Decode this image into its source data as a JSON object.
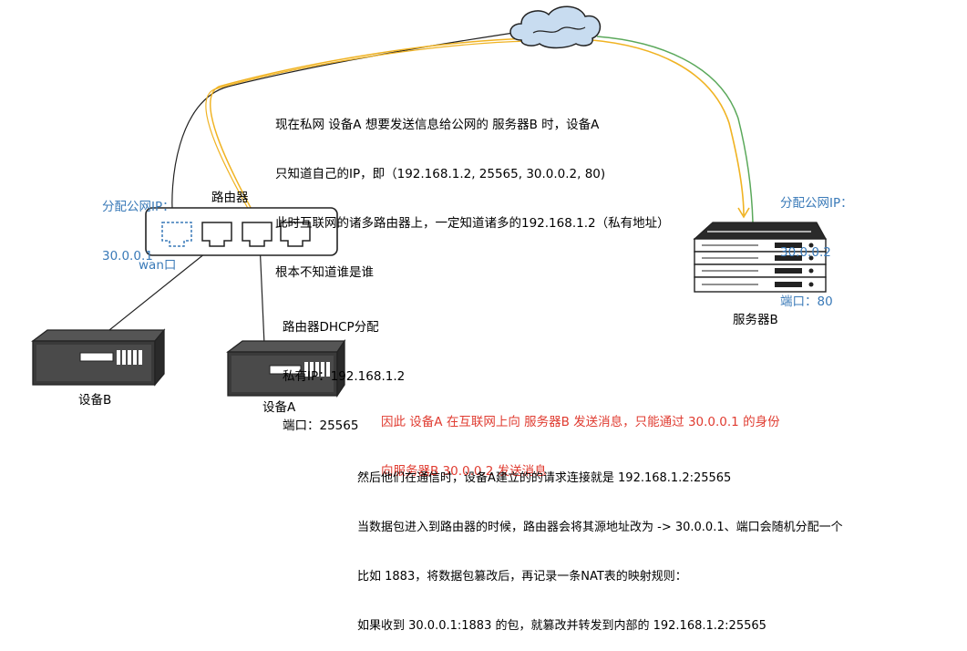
{
  "diagram": {
    "center_note": [
      "现在私网 设备A 想要发送信息给公网的 服务器B 时，设备A",
      "只知道自己的IP，即（192.168.1.2, 25565, 30.0.0.2, 80)",
      "此时互联网的诸多路由器上，一定知道诸多的192.168.1.2（私有地址）",
      "根本不知道谁是谁"
    ],
    "router": {
      "label": "路由器",
      "wan_label": "wan口",
      "public_ip_title": "分配公网IP：",
      "public_ip": "30.0.0.1"
    },
    "server": {
      "label": "服务器B",
      "public_ip_title": "分配公网IP：",
      "public_ip": "30.0.0.2",
      "port": "端口：80"
    },
    "device_a": {
      "label": "设备A",
      "dhcp_title": "路由器DHCP分配",
      "private_ip": "私有IP：192.168.1.2",
      "port": "端口：25565"
    },
    "device_b": {
      "label": "设备B"
    },
    "red_note": [
      "因此 设备A 在互联网上向 服务器B 发送消息，只能通过 30.0.0.1 的身份",
      "向服务器B 30.0.0.2 发送消息"
    ],
    "bottom_note": [
      "然后他们在通信时，设备A建立的的请求连接就是 192.168.1.2:25565",
      "当数据包进入到路由器的时候，路由器会将其源地址改为 -> 30.0.0.1、端口会随机分配一个",
      "比如 1883，将数据包篡改后，再记录一条NAT表的映射规则：",
      "如果收到 30.0.0.1:1883 的包，就篡改并转发到内部的 192.168.1.2:25565"
    ],
    "colors": {
      "accent_blue": "#3a7ab8",
      "warning_red": "#e03c31",
      "link_yellow": "#f0b323",
      "link_green": "#5aa85a",
      "cloud_blue": "#c8dcf0"
    },
    "icons": [
      "cloud-icon",
      "router-icon",
      "rj45-port-icon",
      "server-rack-icon",
      "desktop-device-icon"
    ]
  }
}
